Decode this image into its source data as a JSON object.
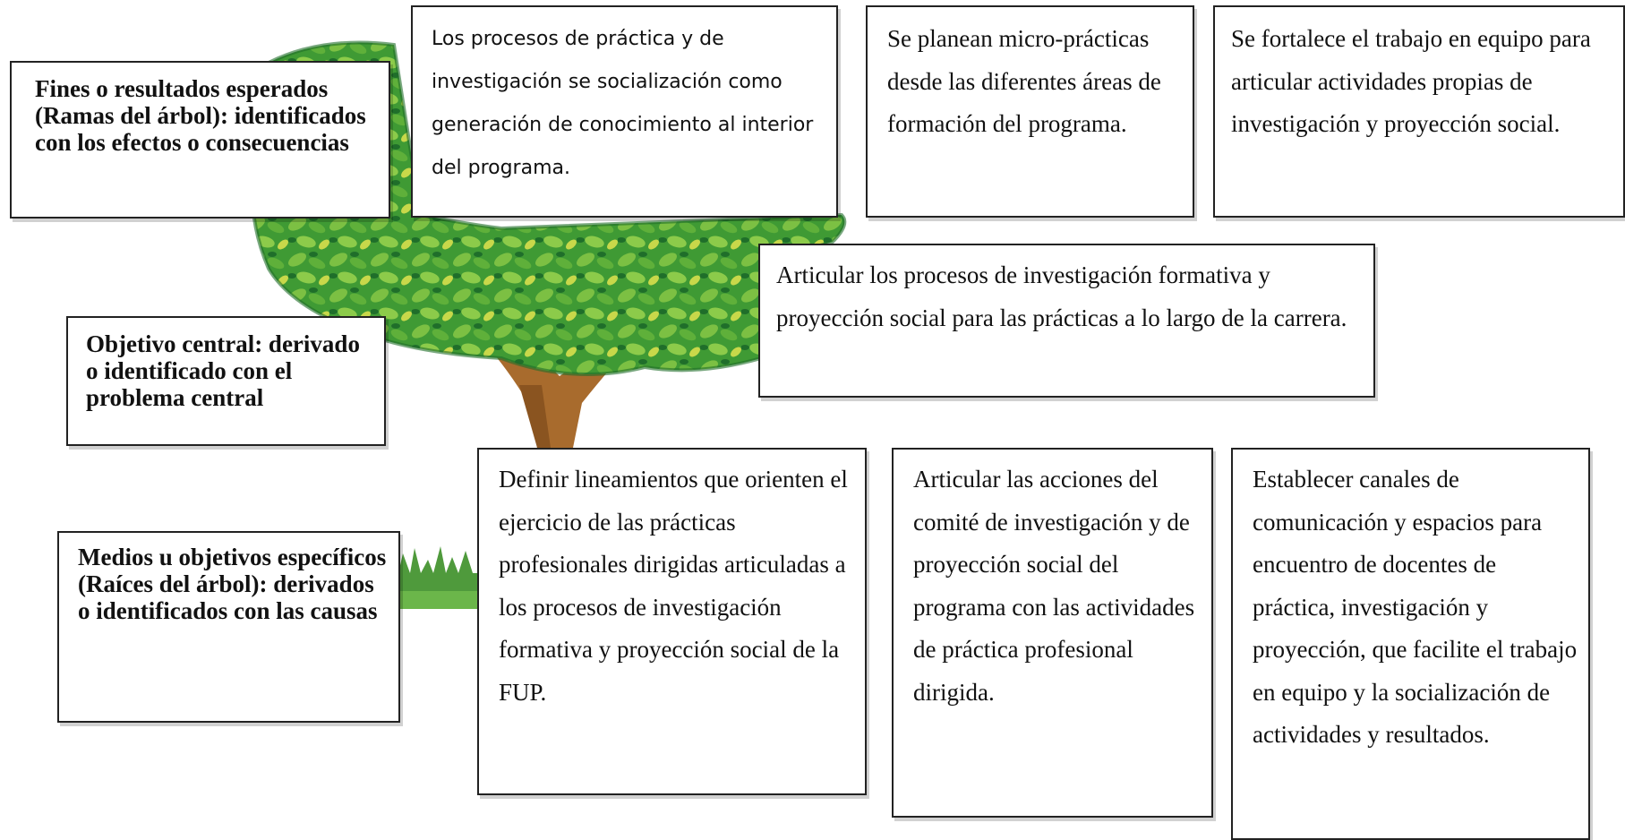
{
  "labels": {
    "fines": "Fines o resultados esperados (Ramas del árbol): identificados con los efectos o consecuencias",
    "objetivo": "Objetivo central: derivado o identificado con el problema central",
    "medios": "Medios u objetivos específicos (Raíces del árbol): derivados o identificados con las causas"
  },
  "consecuencias": [
    "Los procesos de práctica y de investigación se socialización como generación de conocimiento al interior del programa.",
    "Se planean micro-prácticas desde las diferentes áreas de formación del programa.",
    "Se fortalece el trabajo en equipo para articular actividades propias de investigación y proyección social."
  ],
  "objetivo_central": "Articular los procesos de investigación formativa y proyección social para las prácticas a lo largo de la carrera.",
  "medios_especificos": [
    "Definir lineamientos que orienten el ejercicio de las prácticas profesionales dirigidas articuladas a los procesos de investigación formativa y proyección social de la FUP.",
    "Articular las acciones del comité de investigación y de proyección social del programa con las actividades de práctica profesional dirigida.",
    "Establecer canales de comunicación y espacios para encuentro de docentes de práctica, investigación y proyección, que facilite el trabajo en equipo y la socialización de actividades y resultados."
  ],
  "colors": {
    "leaf_dark": "#1f6e2a",
    "leaf_mid": "#3f9a34",
    "leaf_light": "#7cc043",
    "leaf_yellow": "#c8d84a",
    "trunk": "#a86b2d",
    "grass": "#4f9a3c"
  }
}
